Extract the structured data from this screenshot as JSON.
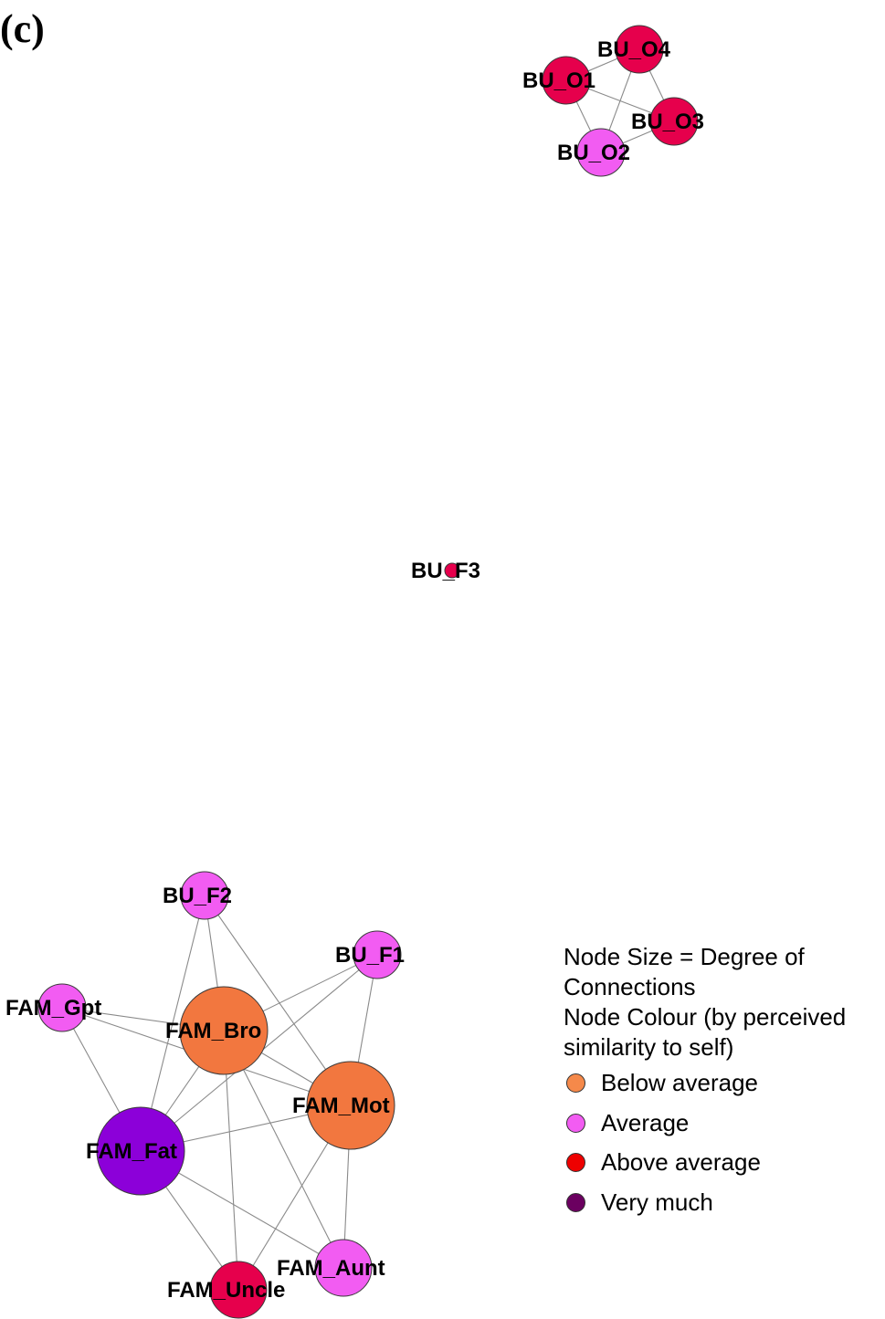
{
  "panel_label": "(c)",
  "colors": {
    "below_average": "#f2773f",
    "average": "#f25cf2",
    "above_average": "#e6004c",
    "very_much": "#8c00d9"
  },
  "network": {
    "nodes": [
      {
        "id": "BU_O4",
        "label": "BU_O4",
        "category": "above_average"
      },
      {
        "id": "BU_O1",
        "label": "BU_O1",
        "category": "above_average"
      },
      {
        "id": "BU_O3",
        "label": "BU_O3",
        "category": "above_average"
      },
      {
        "id": "BU_O2",
        "label": "BU_O2",
        "category": "average"
      },
      {
        "id": "BU_F3",
        "label": "BU_F3",
        "category": "above_average"
      },
      {
        "id": "BU_F2",
        "label": "BU_F2",
        "category": "average"
      },
      {
        "id": "BU_F1",
        "label": "BU_F1",
        "category": "average"
      },
      {
        "id": "FAM_Gpt",
        "label": "FAM_Gpt",
        "category": "average"
      },
      {
        "id": "FAM_Bro",
        "label": "FAM_Bro",
        "category": "below_average"
      },
      {
        "id": "FAM_Mot",
        "label": "FAM_Mot",
        "category": "below_average"
      },
      {
        "id": "FAM_Fat",
        "label": "FAM_Fat",
        "category": "very_much"
      },
      {
        "id": "FAM_Aunt",
        "label": "FAM_Aunt",
        "category": "average"
      },
      {
        "id": "FAM_Uncle",
        "label": "FAM_Uncle",
        "category": "above_average"
      }
    ],
    "edges": [
      [
        "BU_O1",
        "BU_O4"
      ],
      [
        "BU_O1",
        "BU_O3"
      ],
      [
        "BU_O1",
        "BU_O2"
      ],
      [
        "BU_O4",
        "BU_O3"
      ],
      [
        "BU_O4",
        "BU_O2"
      ],
      [
        "BU_O2",
        "BU_O3"
      ],
      [
        "BU_F2",
        "FAM_Bro"
      ],
      [
        "BU_F2",
        "FAM_Mot"
      ],
      [
        "BU_F2",
        "FAM_Fat"
      ],
      [
        "BU_F1",
        "FAM_Bro"
      ],
      [
        "BU_F1",
        "FAM_Mot"
      ],
      [
        "BU_F1",
        "FAM_Fat"
      ],
      [
        "FAM_Gpt",
        "FAM_Bro"
      ],
      [
        "FAM_Gpt",
        "FAM_Mot"
      ],
      [
        "FAM_Gpt",
        "FAM_Fat"
      ],
      [
        "FAM_Bro",
        "FAM_Mot"
      ],
      [
        "FAM_Bro",
        "FAM_Fat"
      ],
      [
        "FAM_Bro",
        "FAM_Aunt"
      ],
      [
        "FAM_Bro",
        "FAM_Uncle"
      ],
      [
        "FAM_Mot",
        "FAM_Fat"
      ],
      [
        "FAM_Mot",
        "FAM_Aunt"
      ],
      [
        "FAM_Mot",
        "FAM_Uncle"
      ],
      [
        "FAM_Fat",
        "FAM_Aunt"
      ],
      [
        "FAM_Fat",
        "FAM_Uncle"
      ]
    ]
  },
  "legend": {
    "size_line1": "Node Size = Degree of",
    "size_line2": "Connections",
    "colour_line1": "Node Colour (by perceived",
    "colour_line2": "similarity to self)",
    "items": [
      {
        "label": "Below average",
        "color": "#f5894a"
      },
      {
        "label": "Average",
        "color": "#f25cf2"
      },
      {
        "label": "Above average",
        "color": "#ee0000"
      },
      {
        "label": "Very much",
        "color": "#6b0060"
      }
    ]
  }
}
